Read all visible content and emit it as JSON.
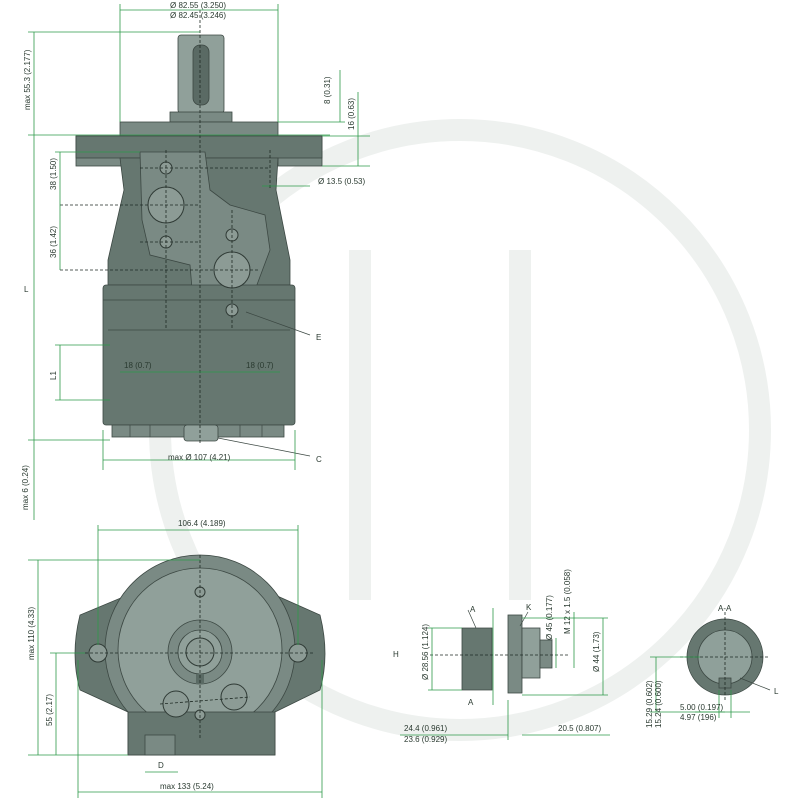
{
  "labels": {
    "shaft_dia": "Ø 82.55 (3.250)",
    "shaft_dia2": "Ø 82.45 (3.246)",
    "max_553": "max 55.3 (2.177)",
    "d8": "8 (0.31)",
    "d16": "16 (0.63)",
    "d135": "Ø 13.5 (0.53)",
    "d38": "38 (1.50)",
    "d36": "36 (1.42)",
    "L": "L",
    "L1": "L1",
    "d18a": "18 (0.7)",
    "d18b": "18 (0.7)",
    "E": "E",
    "C": "C",
    "max107": "max Ø 107 (4.21)",
    "max6": "max 6 (0.24)",
    "d1064": "106.4 (4.189)",
    "max110": "max 110 (4.33)",
    "d55": "55 (2.17)",
    "D": "D",
    "max133": "max 133 (5.24)",
    "H": "H",
    "A1": "A",
    "A2": "A",
    "K": "K",
    "d2856": "Ø 28.56 (1.124)",
    "d45": "Ø 45 (0.177)",
    "m12": "M 12 x 1.5 (0.058)",
    "d44": "Ø 44 (1.73)",
    "d244": "24.4 (0.961)",
    "d236": "23.6 (0.929)",
    "d205": "20.5 (0.807)",
    "AA": "A-A",
    "Lb": "L",
    "d1529": "15.29 (0.602)",
    "d1524": "15.24 (0.600)",
    "d500": "5.00 (0.197)",
    "d497": "4.97 (196)"
  },
  "colors": {
    "body": "#667770",
    "dimension": "#2e9a4a",
    "background": "#ffffff"
  }
}
